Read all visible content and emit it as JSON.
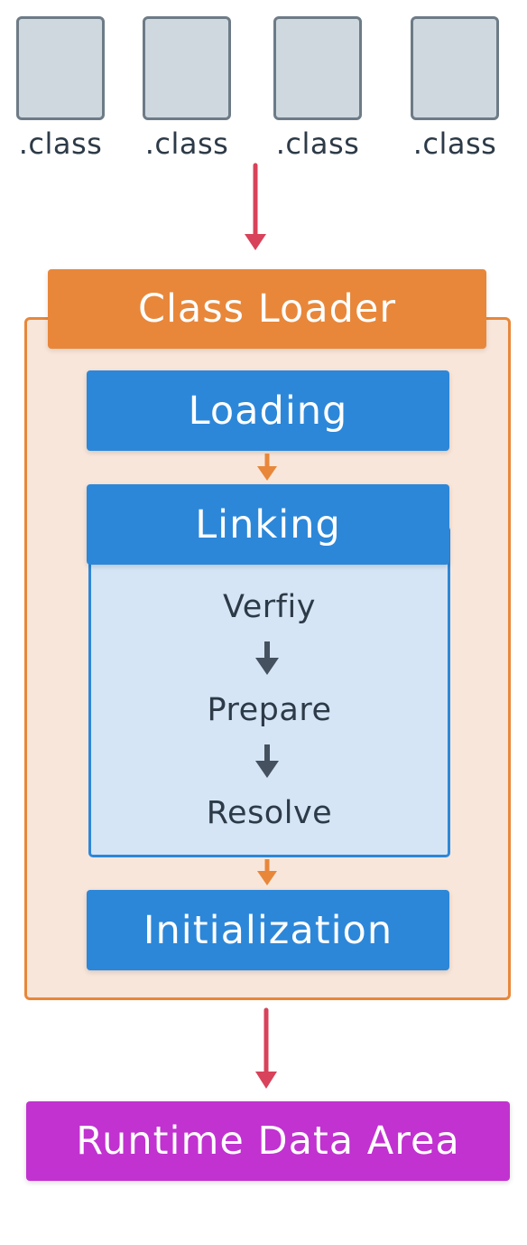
{
  "class_files": [
    {
      "label": ".class"
    },
    {
      "label": ".class"
    },
    {
      "label": ".class"
    },
    {
      "label": ".class"
    }
  ],
  "class_loader": {
    "title": "Class Loader",
    "phases": {
      "loading": "Loading",
      "linking": "Linking",
      "initialization": "Initialization"
    },
    "linking_steps": [
      "Verfiy",
      "Prepare",
      "Resolve"
    ]
  },
  "runtime": {
    "label": "Runtime Data Area"
  },
  "colors": {
    "file_fill": "#cfd8df",
    "file_border": "#6d7b87",
    "main_arrow": "#d8425a",
    "phase_arrow": "#e8873a",
    "step_arrow": "#45515e",
    "class_loader_accent": "#e8873a",
    "class_loader_bg": "#f9e6da",
    "phase_box": "#2c87d9",
    "linking_bg": "#d5e5f5",
    "runtime_box": "#c132d0"
  }
}
